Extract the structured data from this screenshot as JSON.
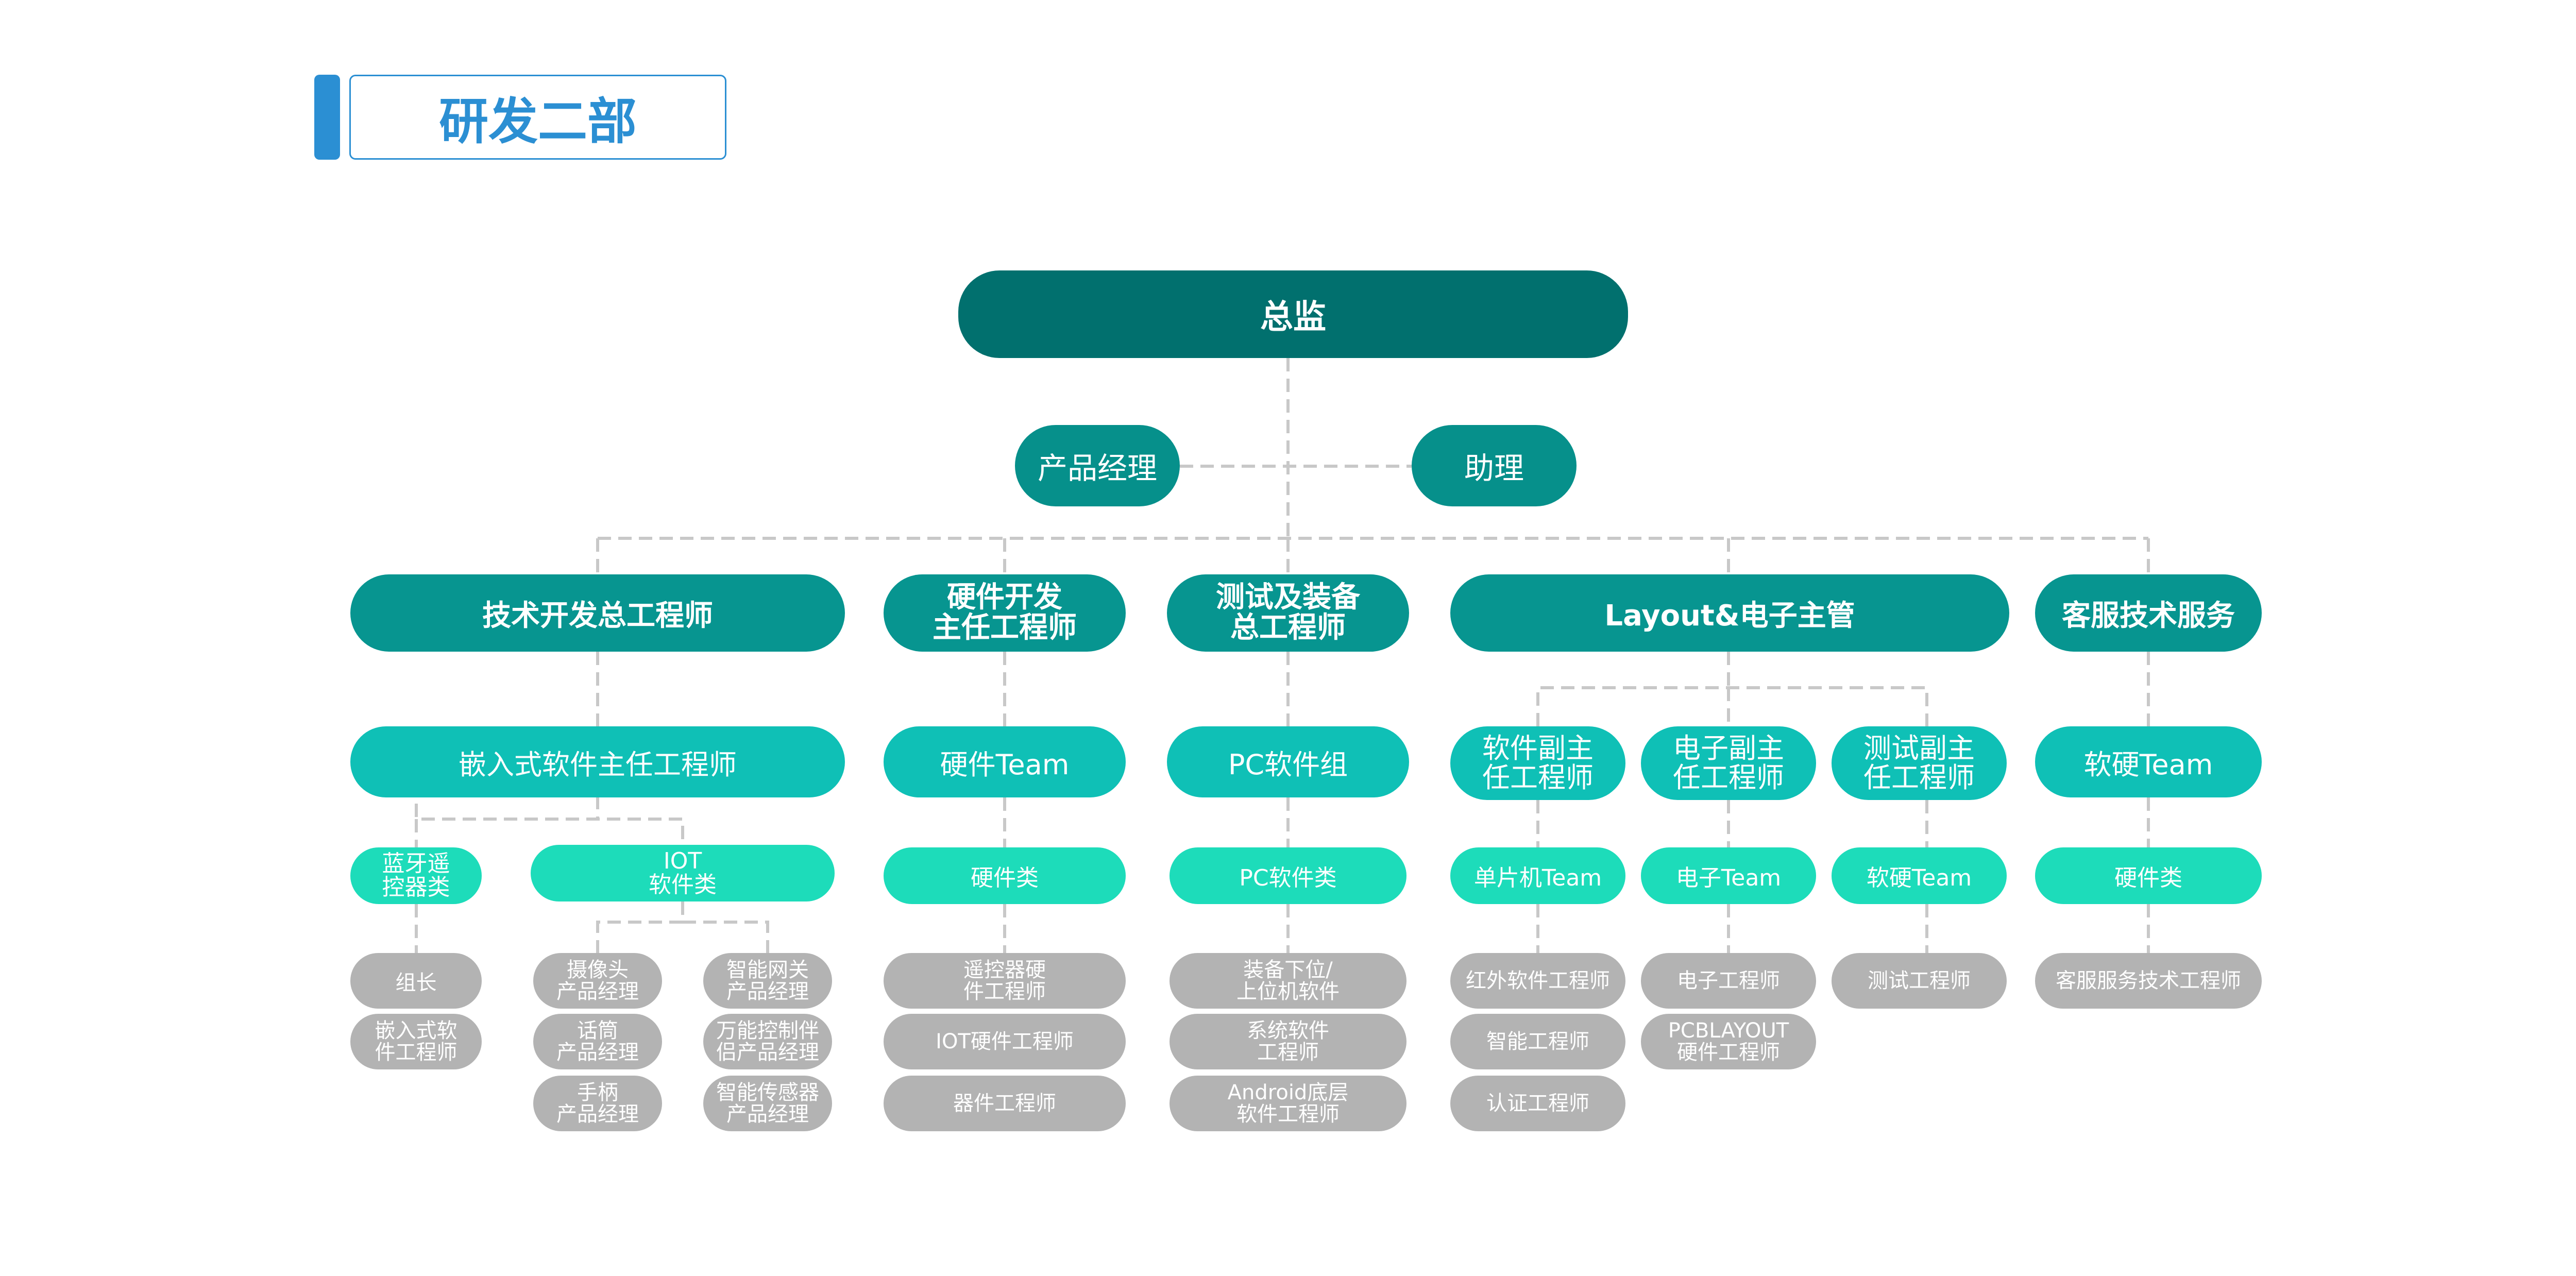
{
  "header": {
    "title": "研发二部"
  },
  "colors": {
    "accent": "#2b8fd3",
    "level0": "#01706e",
    "level1": "#06908b",
    "level2": "#079590",
    "level3": "#0fc0b6",
    "level4": "#1ddcba",
    "role": "#b3b3b3",
    "connector": "#c8c8c8"
  },
  "org": {
    "director": "总监",
    "product_manager": "产品经理",
    "assistant": "助理",
    "tech_dev": {
      "head": "技术开发总工程师",
      "embedded_lead": "嵌入式软件主任工程师",
      "bluetooth": [
        "蓝牙遥",
        "控器类"
      ],
      "iot": [
        "IOT",
        "软件类"
      ],
      "leader": "组长",
      "embedded_engineer": [
        "嵌入式软",
        "件工程师"
      ],
      "camera_pm": [
        "摄像头",
        "产品经理"
      ],
      "mic_pm": [
        "话筒",
        "产品经理"
      ],
      "handle_pm": [
        "手柄",
        "产品经理"
      ],
      "gateway_pm": [
        "智能网关",
        "产品经理"
      ],
      "universal_pm": [
        "万能控制伴",
        "侣产品经理"
      ],
      "sensor_pm": [
        "智能传感器",
        "产品经理"
      ]
    },
    "hardware": {
      "head": [
        "硬件开发",
        "主任工程师"
      ],
      "team": "硬件Team",
      "category": "硬件类",
      "roles": [
        [
          "遥控器硬",
          "件工程师"
        ],
        [
          "IOT硬件工程师"
        ],
        [
          "器件工程师"
        ]
      ]
    },
    "test_equip": {
      "head": [
        "测试及装备",
        "总工程师"
      ],
      "team": "PC软件组",
      "category": "PC软件类",
      "roles": [
        [
          "装备下位/",
          "上位机软件"
        ],
        [
          "系统软件",
          "工程师"
        ],
        [
          "Android底层",
          "软件工程师"
        ]
      ]
    },
    "layout": {
      "head": "Layout&电子主管",
      "software_deputy": [
        "软件副主",
        "任工程师"
      ],
      "electronic_deputy": [
        "电子副主",
        "任工程师"
      ],
      "test_deputy": [
        "测试副主",
        "任工程师"
      ],
      "mcu_team": "单片机Team",
      "electronic_team": "电子Team",
      "softhard_team": "软硬Team",
      "mcu_roles": [
        [
          "红外软件工程师"
        ],
        [
          "智能工程师"
        ],
        [
          "认证工程师"
        ]
      ],
      "electronic_roles": [
        [
          "电子工程师"
        ],
        [
          "PCBLAYOUT",
          "硬件工程师"
        ]
      ],
      "test_roles": [
        [
          "测试工程师"
        ]
      ]
    },
    "customer": {
      "head": "客服技术服务",
      "team": "软硬Team",
      "category": "硬件类",
      "roles": [
        [
          "客服服务技术工程师"
        ]
      ]
    }
  }
}
